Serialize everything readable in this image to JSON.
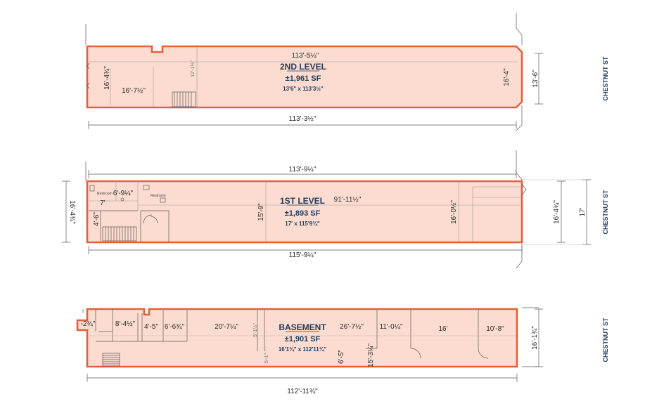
{
  "street": "CHESTNUT ST",
  "levels": {
    "second": {
      "title": "2ND LEVEL",
      "area": "±1,961 SF",
      "dims": "13'6\" x 113'3½\"",
      "top_dim": "113'-5¼\"",
      "bottom_dim": "113'-3½\"",
      "left_dim": "16'-4¾\"",
      "inner_dim": "16'-7½\"",
      "faint_dim": "12'-1½\"",
      "right_inner_dim": "16'-4\"",
      "right_outer_dim": "13'-6\""
    },
    "first": {
      "title": "1ST LEVEL",
      "area": "±1,893 SF",
      "dims": "17' x 115'9¾\"",
      "top_dim": "113'-9¼\"",
      "bottom_dim": "115'-9¼\"",
      "left_dim": "16'-4¾\"",
      "mid_dim": "15'-9\"",
      "long_dim": "91'-11½\"",
      "right_inner_dim": "16'-0½\"",
      "right_mid_dim": "16'-4¾\"",
      "right_outer_dim": "17'",
      "room_7": "7'",
      "room_6_9": "6'-9¼\"",
      "room_4_6": "4'-6\"",
      "restroom_1": "Restroom",
      "restroom_2": "Restroom"
    },
    "basement": {
      "title": "BASEMENT",
      "area": "±1,901 SF",
      "dims": "16'1¾\" x 112'11¾\"",
      "bottom_dim": "112'-11¾\"",
      "right_outer_dim": "16'-1¾\"",
      "r1": "-2¾\"",
      "r2": "8'-4½\"",
      "r3": "4'-5\"",
      "r4": "6'-6¾\"",
      "r5": "20'-7¼\"",
      "r6": "26'-7½\"",
      "r7": "11'-0¼\"",
      "r8": "16'",
      "r9": "10'-8\"",
      "r10": "6'-5\"",
      "r11": "15'-3¼\"",
      "faint1": "5'-1½\"",
      "faint2": "5'-1\""
    }
  }
}
